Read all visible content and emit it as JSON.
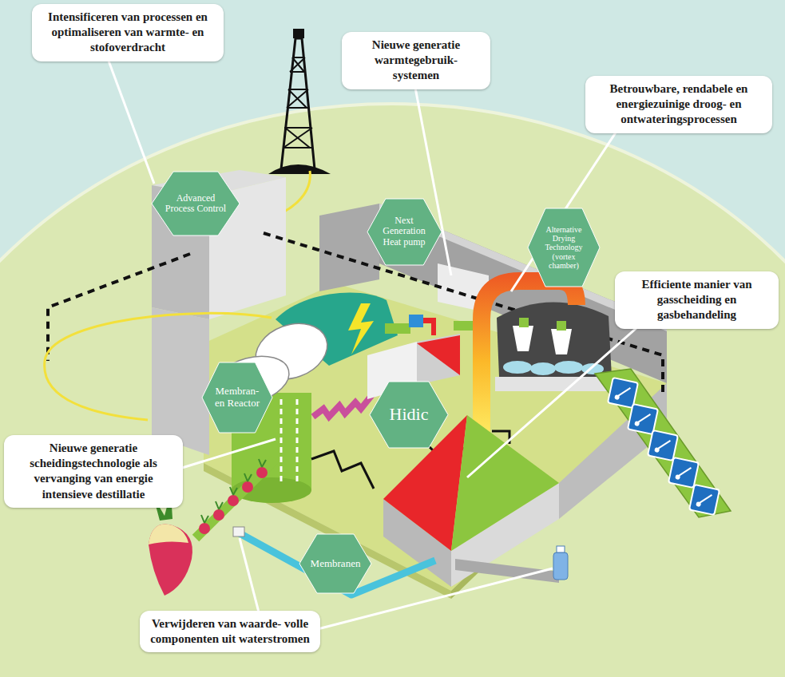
{
  "diagram": {
    "nodes": [
      {
        "text": [
          "Intensificeren van processen en optimaliseren van warmte- en stofoverdracht"
        ]
      },
      {
        "text": [
          "Nieuwe generatie warmtegebruik- systemen"
        ]
      },
      {
        "text": [
          "Betrouwbare, rendabele en energiezuinige droog- en ontwateringsprocessen"
        ]
      },
      {
        "text": [
          "Advanced Process Control"
        ]
      },
      {
        "text": [
          "Next Generation Heat pump"
        ]
      },
      {
        "text": [
          "Alternative Drying Technology (vortex chamber)"
        ]
      },
      {
        "text": [
          "Efficiente manier van gasscheiding en gasbehandeling"
        ]
      },
      {
        "text": [
          "Membran- en Reactor"
        ]
      },
      {
        "text": [
          "Hidic"
        ]
      },
      {
        "text": [
          "Nieuwe generatie scheidingstechnologie als vervanging van energie intensieve destillatie"
        ]
      },
      {
        "text": [
          "Membranen"
        ]
      },
      {
        "text": [
          "Verwijderen van waarde- volle componenten uit waterstromen"
        ]
      }
    ]
  }
}
